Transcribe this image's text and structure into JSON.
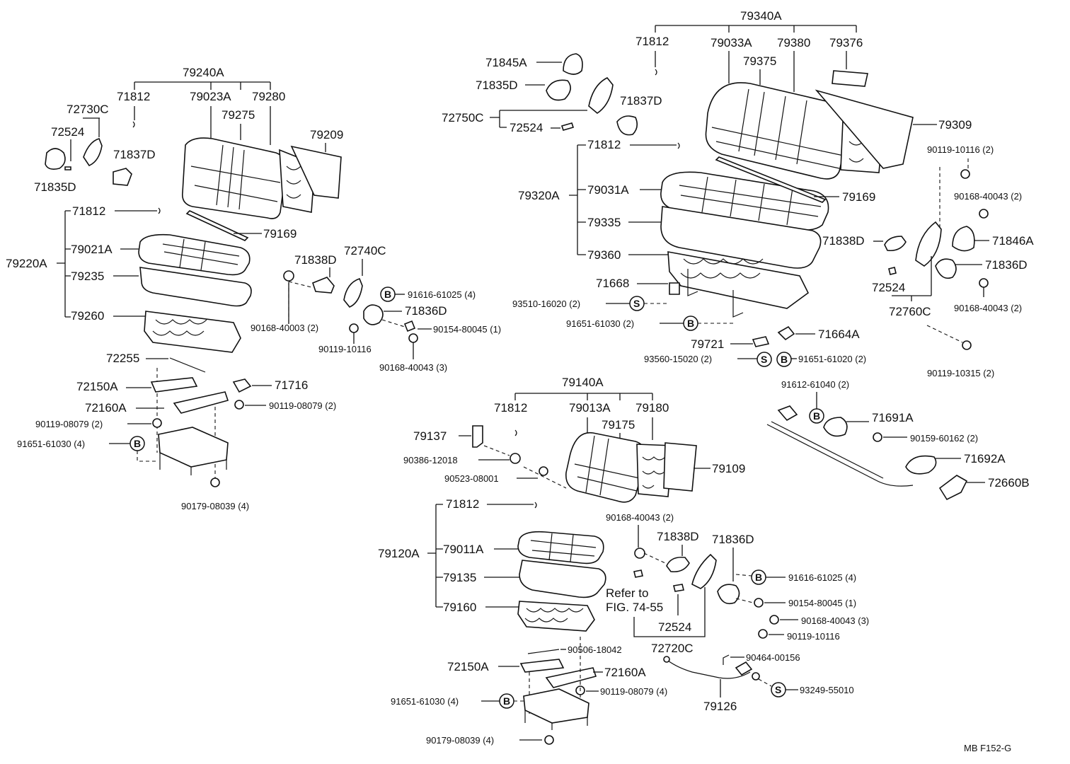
{
  "diagram_code": "MB  F152-G",
  "refer_note": [
    "Refer to",
    "FIG. 74-55"
  ],
  "left_assembly": {
    "seat_back_assy": "79240A",
    "items": {
      "71812_top": "71812",
      "79023A": "79023A",
      "79280": "79280",
      "79275": "79275",
      "79209": "79209",
      "72730C": "72730C",
      "72524": "72524",
      "71835D": "71835D",
      "71837D": "71837D",
      "seat_cushion_assy": "79220A",
      "71812_mid": "71812",
      "79169": "79169",
      "79021A": "79021A",
      "79235": "79235",
      "79260": "79260",
      "71838D": "71838D",
      "72740C": "72740C",
      "91616-61025": "91616-61025 (4)",
      "71836D": "71836D",
      "90168-40003": "90168-40003 (2)",
      "90154-80045": "90154-80045 (1)",
      "90119-10116": "90119-10116",
      "90168-40043": "90168-40043 (3)",
      "72255": "72255",
      "72150A": "72150A",
      "71716": "71716",
      "72160A": "72160A",
      "90119-08079_r": "90119-08079 (2)",
      "90119-08079_l": "90119-08079 (2)",
      "91651-61030": "91651-61030 (4)",
      "90179-08039": "90179-08039 (4)"
    }
  },
  "right_assembly": {
    "seat_back_assy": "79340A",
    "items": {
      "71812_top": "71812",
      "79033A": "79033A",
      "79380": "79380",
      "79376": "79376",
      "79375": "79375",
      "71845A": "71845A",
      "71835D": "71835D",
      "71837D": "71837D",
      "72750C": "72750C",
      "72524": "72524",
      "79309": "79309",
      "71812_mid": "71812",
      "seat_cushion_assy": "79320A",
      "79031A": "79031A",
      "79169": "79169",
      "79335": "79335",
      "79360": "79360",
      "71668": "71668",
      "93510-16020": "93510-16020 (2)",
      "91651-61030": "91651-61030 (2)",
      "79721": "79721",
      "71664A": "71664A",
      "93560-15020": "93560-15020 (2)",
      "91651-61020": "91651-61020 (2)",
      "90119-10116": "90119-10116 (2)",
      "90168-40043_a": "90168-40043 (2)",
      "71846A": "71846A",
      "71838D": "71838D",
      "71836D": "71836D",
      "72524_b": "72524",
      "90168-40043_b": "90168-40043 (2)",
      "72760C": "72760C",
      "90119-10315": "90119-10315 (2)",
      "91612-61040": "91612-61040 (2)",
      "71691A": "71691A",
      "90159-60162": "90159-60162 (2)",
      "71692A": "71692A",
      "72660B": "72660B"
    }
  },
  "center_assembly": {
    "seat_back_assy": "79140A",
    "items": {
      "71812_top": "71812",
      "79013A": "79013A",
      "79180": "79180",
      "79175": "79175",
      "79137": "79137",
      "90386-12018": "90386-12018",
      "90523-08001": "90523-08001",
      "79109": "79109",
      "71812_mid": "71812",
      "seat_cushion_assy": "79120A",
      "79011A": "79011A",
      "79135": "79135",
      "79160": "79160",
      "90168-40043_a": "90168-40043 (2)",
      "71838D": "71838D",
      "71836D": "71836D",
      "91616-61025": "91616-61025 (4)",
      "90154-80045": "90154-80045 (1)",
      "90168-40043_b": "90168-40043 (3)",
      "90119-10116": "90119-10116",
      "72524": "72524",
      "72720C": "72720C",
      "90506-18042": "90506-18042",
      "72150A": "72150A",
      "72160A": "72160A",
      "90119-08079": "90119-08079 (4)",
      "91651-61030": "91651-61030 (4)",
      "90179-08039": "90179-08039 (4)",
      "90464-00156": "90464-00156",
      "79126": "79126",
      "93249-55010": "93249-55010"
    }
  },
  "markers": {
    "bolt": "B",
    "screw": "S"
  }
}
